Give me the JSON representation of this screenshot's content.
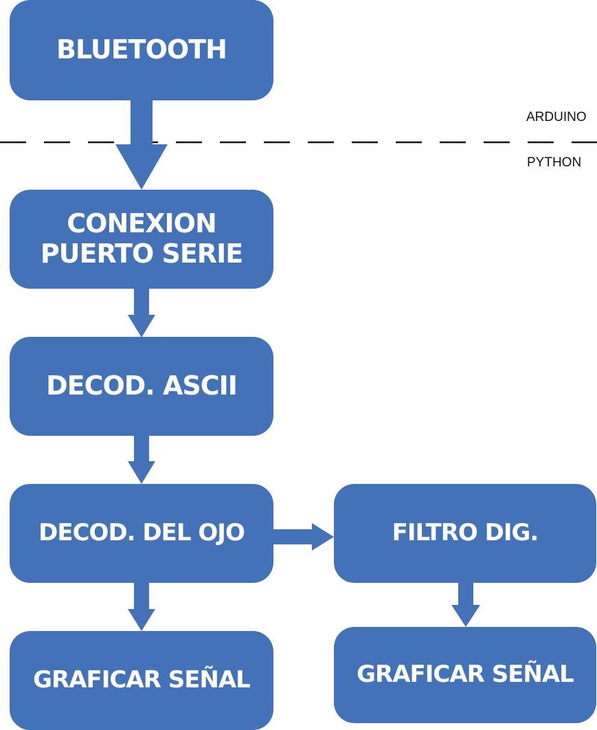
{
  "regions": {
    "upper": "ARDUINO",
    "lower": "PYTHON"
  },
  "nodes": {
    "bluetooth": {
      "label": "BLUETOOTH"
    },
    "serial": {
      "line1": "CONEXION",
      "line2": "PUERTO SERIE"
    },
    "ascii": {
      "label": "DECOD. ASCII"
    },
    "eye": {
      "label": "DECOD. DEL OJO"
    },
    "filter": {
      "label": "FILTRO DIG."
    },
    "plot_left": {
      "label": "GRAFICAR SEÑAL"
    },
    "plot_right": {
      "label": "GRAFICAR SEÑAL"
    }
  },
  "colors": {
    "box": "#4472b8",
    "arrow": "#4472b8",
    "text": "#ffffff",
    "divider": "#111111"
  }
}
